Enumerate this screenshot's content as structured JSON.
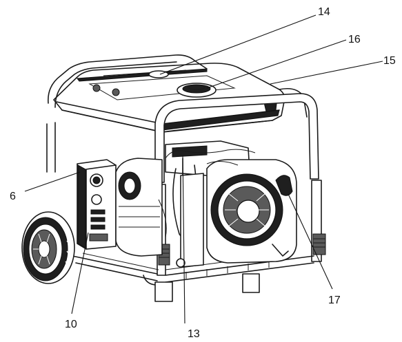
{
  "labels": {
    "l6": "6",
    "l10": "10",
    "l13": "13",
    "l14": "14",
    "l15": "15",
    "l16": "16",
    "l17": "17"
  }
}
